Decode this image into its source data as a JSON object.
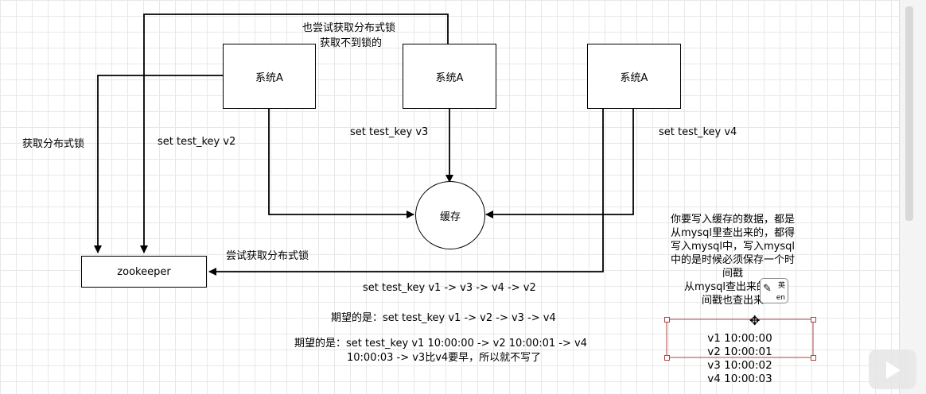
{
  "nodes": {
    "system_a_1": "系统A",
    "system_a_2": "系统A",
    "system_a_3": "系统A",
    "cache": "缓存",
    "zookeeper": "zookeeper"
  },
  "labels": {
    "also_try_lock": "也尝试获取分布式锁",
    "fail_lock": "获取不到锁的",
    "get_lock": "获取分布式锁",
    "set_v2": "set test_key v2",
    "set_v3": "set test_key v3",
    "set_v4": "set test_key v4",
    "try_lock": "尝试获取分布式锁",
    "actual_order": "set test_key v1 -> v3 -> v4 -> v2",
    "expected_1": "期望的是：set test_key v1 -> v2 -> v3 -> v4",
    "expected_2_line1": "期望的是：set test_key v1 10:00:00 -> v2 10:00:01 -> v4",
    "expected_2_line2": "10:00:03 -> v3比v4要早，所以就不写了"
  },
  "note": {
    "line1": "你要写入缓存的数据，都是",
    "line2": "从mysql里查出来的，都得",
    "line3": "写入mysql中，写入mysql",
    "line4": "中的是时候必须保存一个时",
    "line5": "间戳",
    "line6": "从mysql查出来的，时",
    "line7": "间戳也查出来"
  },
  "timestamps": [
    "v1 10:00:00",
    "v2 10:00:01",
    "v3 10:00:02",
    "v4 10:00:03"
  ],
  "ime": {
    "icon": "en-ime-icon",
    "top": "英",
    "bottom": "en"
  },
  "colors": {
    "line": "#000000",
    "handle": "#b04040",
    "grid": "#e8e8e8"
  }
}
